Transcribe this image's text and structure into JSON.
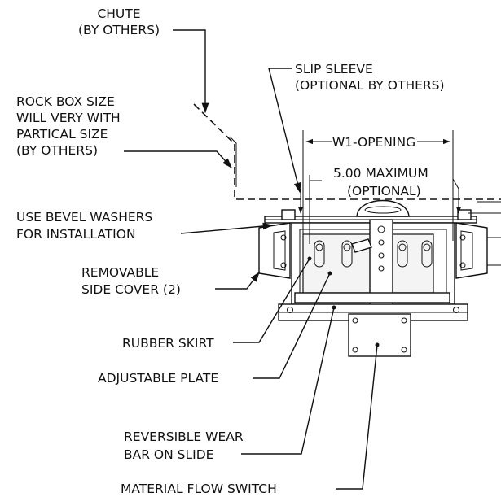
{
  "labels": {
    "chute_1": "CHUTE",
    "chute_2": "(BY OTHERS)",
    "slip_sleeve_1": "SLIP SLEEVE",
    "slip_sleeve_2": "(OPTIONAL BY OTHERS)",
    "rock_box_1": "ROCK BOX SIZE",
    "rock_box_2": "WILL VERY WITH",
    "rock_box_3": "PARTICAL SIZE",
    "rock_box_4": "(BY OTHERS)",
    "w1_opening": "W1-OPENING",
    "max_1": "5.00 MAXIMUM",
    "max_2": "(OPTIONAL)",
    "bevel_1": "USE BEVEL WASHERS",
    "bevel_2": "FOR INSTALLATION",
    "side_cover_1": "REMOVABLE",
    "side_cover_2": "SIDE COVER (2)",
    "rubber_skirt": "RUBBER SKIRT",
    "adjustable_plate": "ADJUSTABLE PLATE",
    "wear_bar_1": "REVERSIBLE WEAR",
    "wear_bar_2": "BAR ON SLIDE",
    "flow_switch": "MATERIAL FLOW SWITCH"
  }
}
